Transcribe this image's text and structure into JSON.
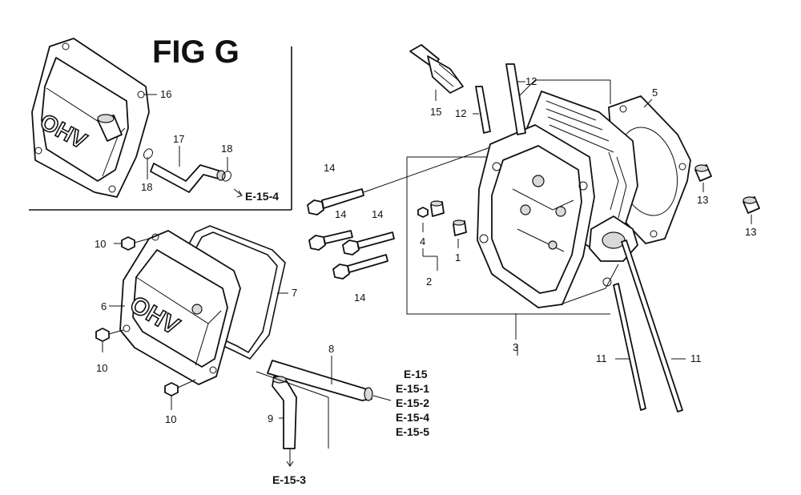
{
  "figure": {
    "title": "FIG G"
  },
  "callouts": {
    "n1": "1",
    "n2": "2",
    "n3": "3",
    "n4": "4",
    "n5": "5",
    "n6": "6",
    "n7": "7",
    "n8": "8",
    "n9": "9",
    "n10a": "10",
    "n10b": "10",
    "n10c": "10",
    "n11a": "11",
    "n11b": "11",
    "n12a": "12",
    "n12b": "12",
    "n13a": "13",
    "n13b": "13",
    "n14a": "14",
    "n14b": "14",
    "n14c": "14",
    "n14d": "14",
    "n15": "15",
    "n16": "16",
    "n17": "17",
    "n18a": "18",
    "n18b": "18"
  },
  "cover_text": {
    "inset": "OHV",
    "main": "OHV"
  },
  "references": {
    "inset": "E-15-4",
    "hose9": "E-15-3",
    "list": [
      "E-15",
      "E-15-1",
      "E-15-2",
      "E-15-4",
      "E-15-5"
    ]
  }
}
